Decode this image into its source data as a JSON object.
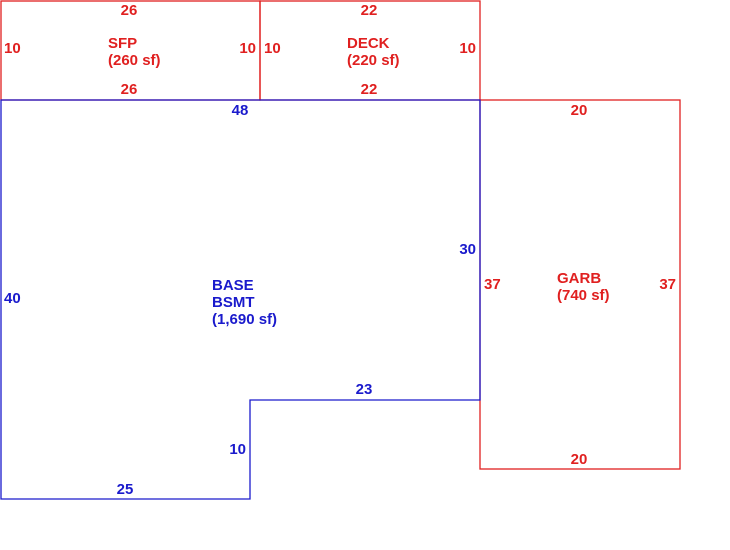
{
  "colors": {
    "red": "#e02020",
    "blue": "#1a1acc"
  },
  "areas": {
    "sfp": {
      "name": "SFP",
      "area": "(260 sf)",
      "dim_top": "26",
      "dim_bottom": "26",
      "dim_left": "10",
      "dim_right": "10"
    },
    "deck": {
      "name": "DECK",
      "area": "(220 sf)",
      "dim_top": "22",
      "dim_bottom": "22",
      "dim_left": "10",
      "dim_right": "10"
    },
    "base": {
      "name_line1": "BASE",
      "name_line2": "BSMT",
      "area": "(1,690 sf)",
      "dim_top": "48",
      "dim_left": "40",
      "dim_right": "30",
      "dim_step_top": "23",
      "dim_step_side": "10",
      "dim_bottom": "25"
    },
    "garb": {
      "name": "GARB",
      "area": "(740 sf)",
      "dim_top": "20",
      "dim_bottom": "20",
      "dim_left": "37",
      "dim_right": "37"
    }
  }
}
